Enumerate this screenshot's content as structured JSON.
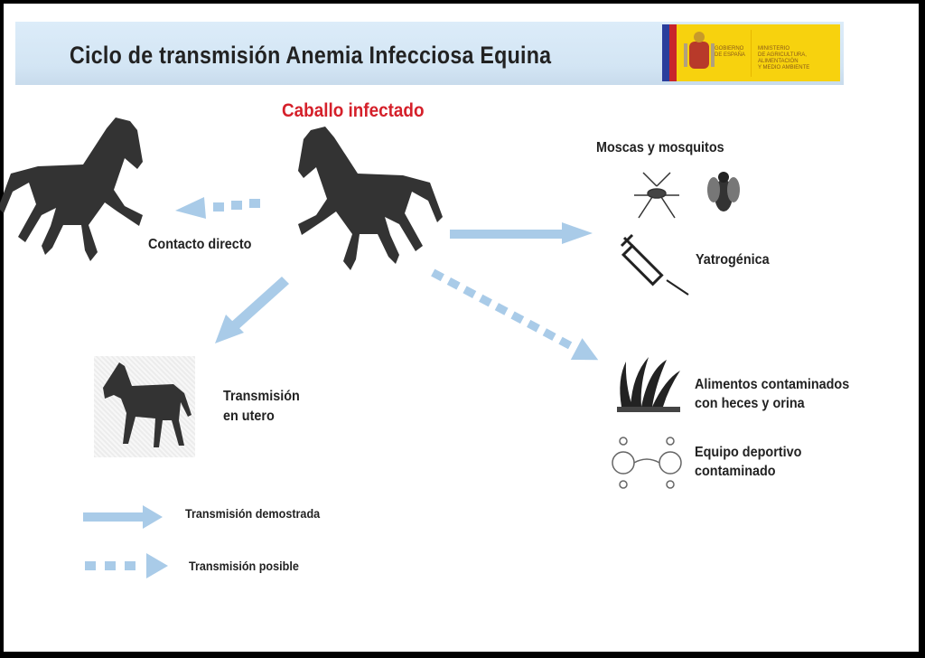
{
  "header": {
    "title": "Ciclo de transmisión Anemia Infecciosa Equina",
    "logo": {
      "gobierno": "GOBIERNO DE ESPAÑA",
      "ministerio": "MINISTERIO DE AGRICULTURA, ALIMENTACIÓN Y MEDIO AMBIENTE"
    }
  },
  "nodes": {
    "infected": "Caballo infectado",
    "direct": "Contacto directo",
    "utero_1": "Transmisión",
    "utero_2": "en utero",
    "vectors": "Moscas y mosquitos",
    "iatrogenic": "Yatrogénica",
    "food_1": "Alimentos contaminados",
    "food_2": "con heces y orina",
    "equip_1": "Equipo deportivo",
    "equip_2": "contaminado"
  },
  "legend": {
    "proven": "Transmisión demostrada",
    "possible": "Transmisión posible"
  },
  "colors": {
    "arrow": "#a9cbe8",
    "title_red": "#d5202a",
    "logo_yellow": "#f7d20e"
  }
}
